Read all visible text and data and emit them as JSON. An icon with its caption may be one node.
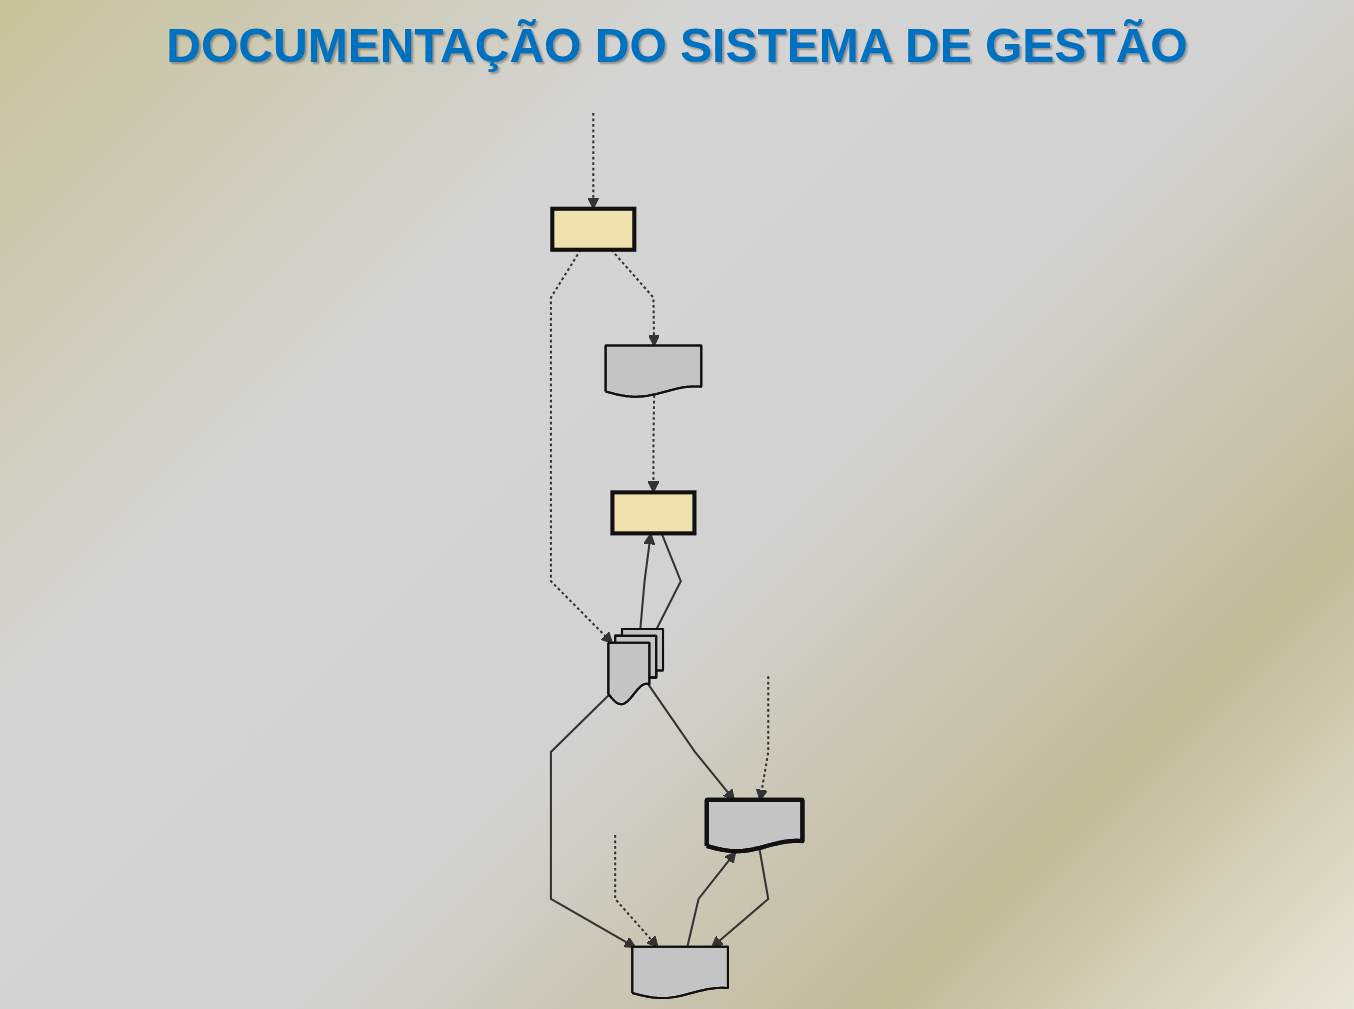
{
  "diagram": {
    "title": "DOCUMENTAÇÃO DO SISTEMA DE GESTÃO",
    "nodes": [
      {
        "text": [],
        "shape": "box"
      },
      {
        "text": [],
        "shape": "document"
      },
      {
        "text": [],
        "shape": "documents"
      },
      {
        "text": [],
        "shape": "box"
      },
      {
        "text": [],
        "shape": "document"
      },
      {
        "text": [],
        "shape": "document"
      }
    ],
    "edges": [
      {
        "from": 1,
        "to": 0,
        "arrow": "to",
        "style": "dashed"
      },
      {
        "from": 3,
        "to": 1,
        "arrow": "to",
        "style": "dashed"
      },
      {
        "from": 0,
        "to": 2,
        "arrow": "none"
      },
      {
        "from": 3,
        "to": 2,
        "arrow": "to",
        "style": "dashed"
      },
      {
        "from": 2,
        "to": 4,
        "arrow": "to"
      },
      {
        "from": 2,
        "to": 5,
        "arrow": "to"
      },
      {
        "from": 2,
        "to": 0,
        "arrow": "to"
      },
      {
        "from": 4,
        "to": 5,
        "arrow": "to"
      },
      {
        "from": 5,
        "to": 4,
        "arrow": "to"
      },
      {
        "from": null,
        "to": 4,
        "arrow": "to",
        "style": "dashed"
      },
      {
        "from": null,
        "to": 5,
        "arrow": "to",
        "style": "dashed"
      },
      {
        "from": null,
        "to": 3,
        "arrow": "to",
        "style": "dashed"
      }
    ]
  }
}
